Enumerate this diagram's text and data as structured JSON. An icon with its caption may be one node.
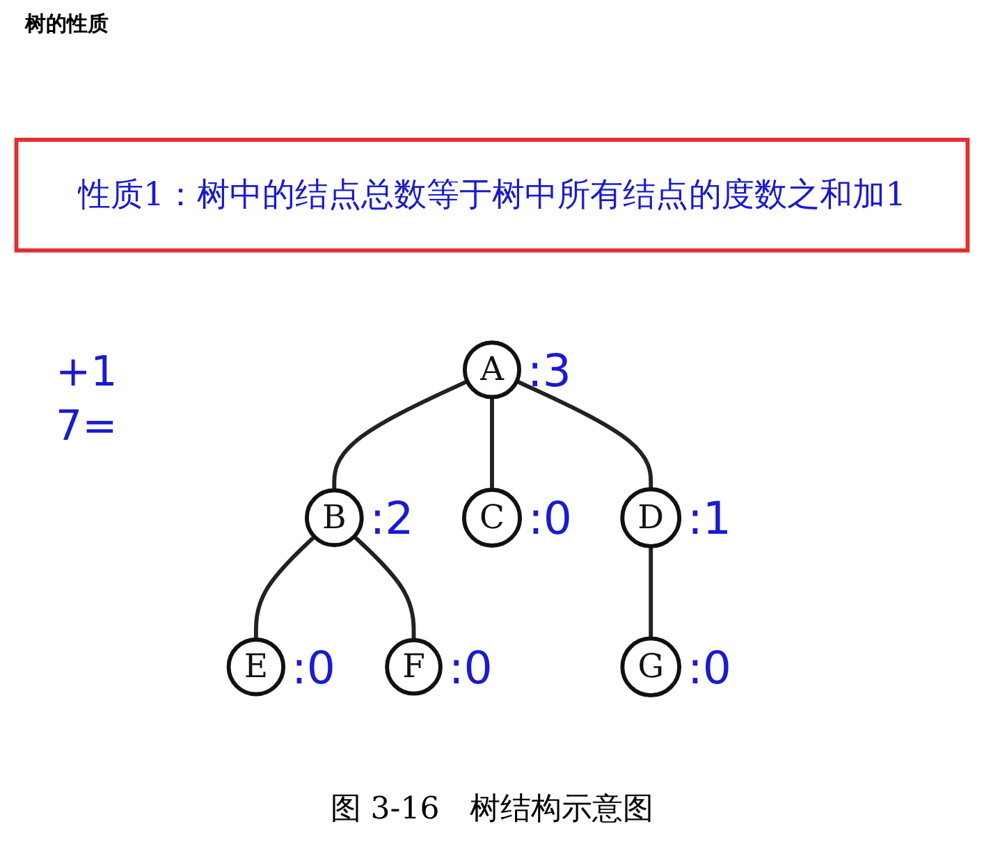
{
  "diagram": {
    "title": "树的性质",
    "caption": "图 3-16　树结构示意图",
    "nodes": [
      {
        "text": [
          "性质1：树中的结点总数等于树中所有结点的度数之和加1"
        ]
      },
      {
        "text": [
          "A"
        ],
        "beside": [
          ":3"
        ]
      },
      {
        "text": [
          "B"
        ],
        "beside": [
          ":2"
        ]
      },
      {
        "text": [
          "C"
        ],
        "beside": [
          ":0"
        ]
      },
      {
        "text": [
          "D"
        ],
        "beside": [
          ":1"
        ]
      },
      {
        "text": [
          "E"
        ],
        "beside": [
          ":0"
        ]
      },
      {
        "text": [
          "F"
        ],
        "beside": [
          ":0"
        ]
      },
      {
        "text": [
          "G"
        ],
        "beside": [
          ":0"
        ]
      }
    ],
    "edges": [
      {
        "from": 1,
        "to": 2,
        "arrow": "none"
      },
      {
        "from": 1,
        "to": 3,
        "arrow": "none"
      },
      {
        "from": 1,
        "to": 4,
        "arrow": "none"
      },
      {
        "from": 2,
        "to": 5,
        "arrow": "none"
      },
      {
        "from": 2,
        "to": 6,
        "arrow": "none"
      },
      {
        "from": 4,
        "to": 7,
        "arrow": "none"
      }
    ],
    "labels": [
      "+1",
      "7="
    ]
  }
}
